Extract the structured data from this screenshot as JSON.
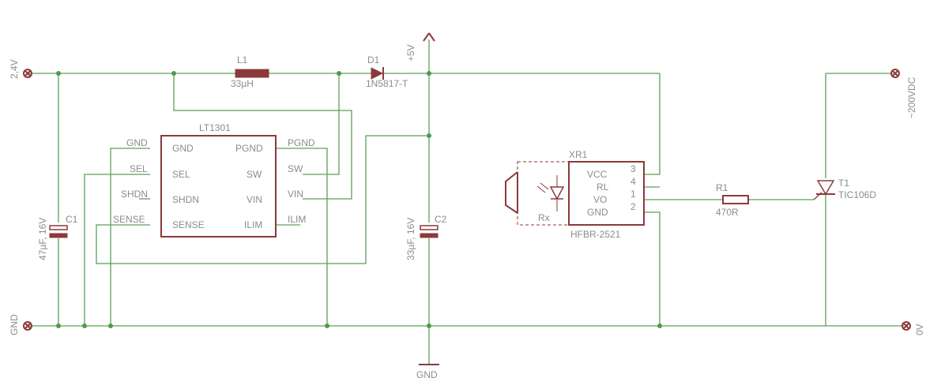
{
  "labels": {
    "in_2v4": "2,4V",
    "gnd_left": "GND",
    "l1_name": "L1",
    "l1_value": "33µH",
    "d1_name": "D1",
    "d1_value": "1N5817-T",
    "plus5v": "+5V",
    "hv_out": "~200VDC",
    "zero_v": "0V",
    "gnd_bottom": "GND",
    "c1_name": "C1",
    "c1_value": "47µF, 16V",
    "c2_name": "C2",
    "c2_value": "33µF, 16V",
    "ic_name": "LT1301",
    "ic_pin_gnd": "GND",
    "ic_pin_sel": "SEL",
    "ic_pin_shdn": "SHDN",
    "ic_pin_sense": "SENSE",
    "ic_pin_pgnd": "PGND",
    "ic_pin_sw": "SW",
    "ic_pin_vin": "VIN",
    "ic_pin_ilim": "ILIM",
    "net_gnd": "GND",
    "net_sel": "SEL",
    "net_shdn": "SHDN",
    "net_sense": "SENSE",
    "net_pgnd": "PGND",
    "net_sw": "SW",
    "net_vin": "VIN",
    "net_ilim": "ILIM",
    "xr1_name": "XR1",
    "xr1_value": "HFBR-2521",
    "xr1_vcc": "VCC",
    "xr1_rl": "RL",
    "xr1_vo": "VO",
    "xr1_gnd": "GND",
    "xr1_rx": "Rx",
    "xr1_pin3": "3",
    "xr1_pin4": "4",
    "xr1_pin1": "1",
    "xr1_pin2": "2",
    "r1_name": "R1",
    "r1_value": "470R",
    "t1_name": "T1",
    "t1_value": "TIC106D"
  },
  "colors": {
    "wire": "#5aa05a",
    "symbol": "#8b3a3a",
    "text": "#8c8c8c"
  }
}
